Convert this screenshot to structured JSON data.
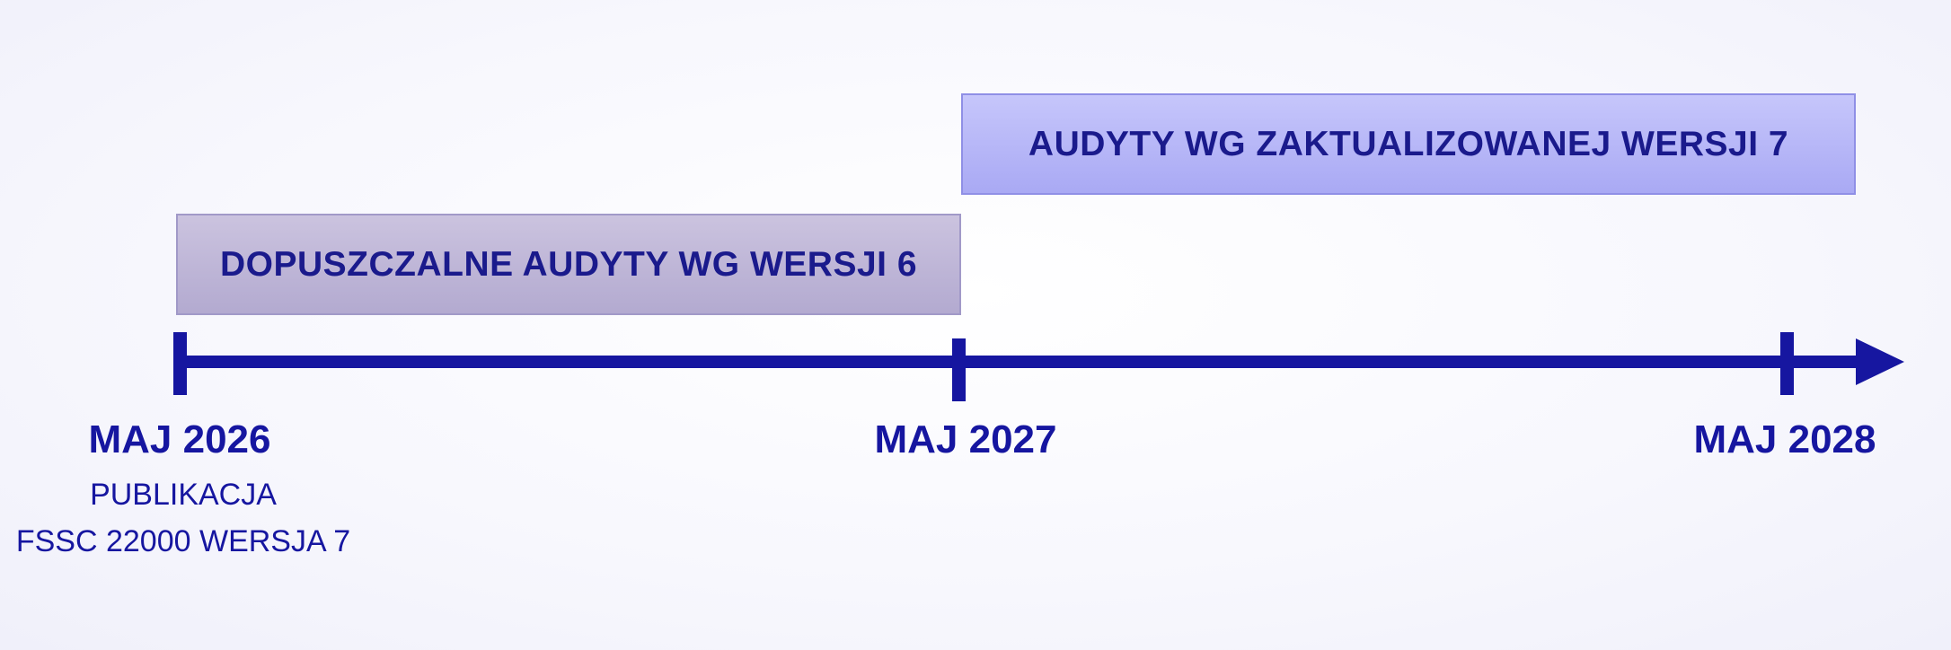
{
  "bands": {
    "v6": {
      "label": "DOPUSZCZALNE AUDYTY WG WERSJI 6",
      "color": "#b9b0d4"
    },
    "v7": {
      "label": "AUDYTY WG ZAKTUALIZOWANEJ WERSJI 7",
      "color": "#b4b4f7"
    }
  },
  "timeline": {
    "color": "#1616a0",
    "dates": [
      "MAJ 2026",
      "MAJ 2027",
      "MAJ 2028"
    ],
    "note": [
      "PUBLIKACJA",
      "FSSC 22000 WERSJA 7"
    ]
  }
}
